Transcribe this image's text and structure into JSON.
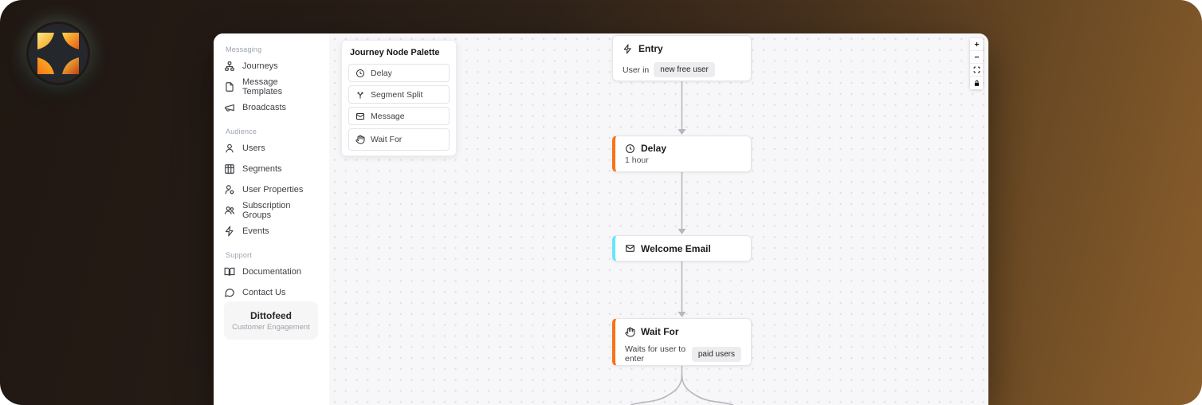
{
  "colors": {
    "node_accent_orange": "#F97316",
    "node_accent_cyan": "#67E8F9",
    "edge": "#B1B1B7"
  },
  "sidebar": {
    "sections": [
      {
        "label": "Messaging",
        "items": [
          {
            "label": "Journeys"
          },
          {
            "label": "Message Templates"
          },
          {
            "label": "Broadcasts"
          }
        ]
      },
      {
        "label": "Audience",
        "items": [
          {
            "label": "Users"
          },
          {
            "label": "Segments"
          },
          {
            "label": "User Properties"
          },
          {
            "label": "Subscription Groups"
          },
          {
            "label": "Events"
          }
        ]
      },
      {
        "label": "Support",
        "items": [
          {
            "label": "Documentation"
          },
          {
            "label": "Contact Us"
          }
        ]
      }
    ],
    "brand": {
      "title": "Dittofeed",
      "subtitle": "Customer Engagement"
    }
  },
  "palette": {
    "title": "Journey Node Palette",
    "items": [
      {
        "label": "Delay"
      },
      {
        "label": "Segment Split"
      },
      {
        "label": "Message"
      },
      {
        "label": "Wait For"
      }
    ]
  },
  "canvas": {
    "nodes": [
      {
        "title": "Entry",
        "body_prefix": "User in",
        "badge": "new free user"
      },
      {
        "title": "Delay",
        "body": "1 hour"
      },
      {
        "title": "Welcome Email"
      },
      {
        "title": "Wait For",
        "body_prefix": "Waits for user to enter",
        "badge": "paid users"
      }
    ],
    "controls": [
      {
        "name": "zoom-in"
      },
      {
        "name": "zoom-out"
      },
      {
        "name": "fit-view"
      },
      {
        "name": "lock"
      }
    ]
  }
}
